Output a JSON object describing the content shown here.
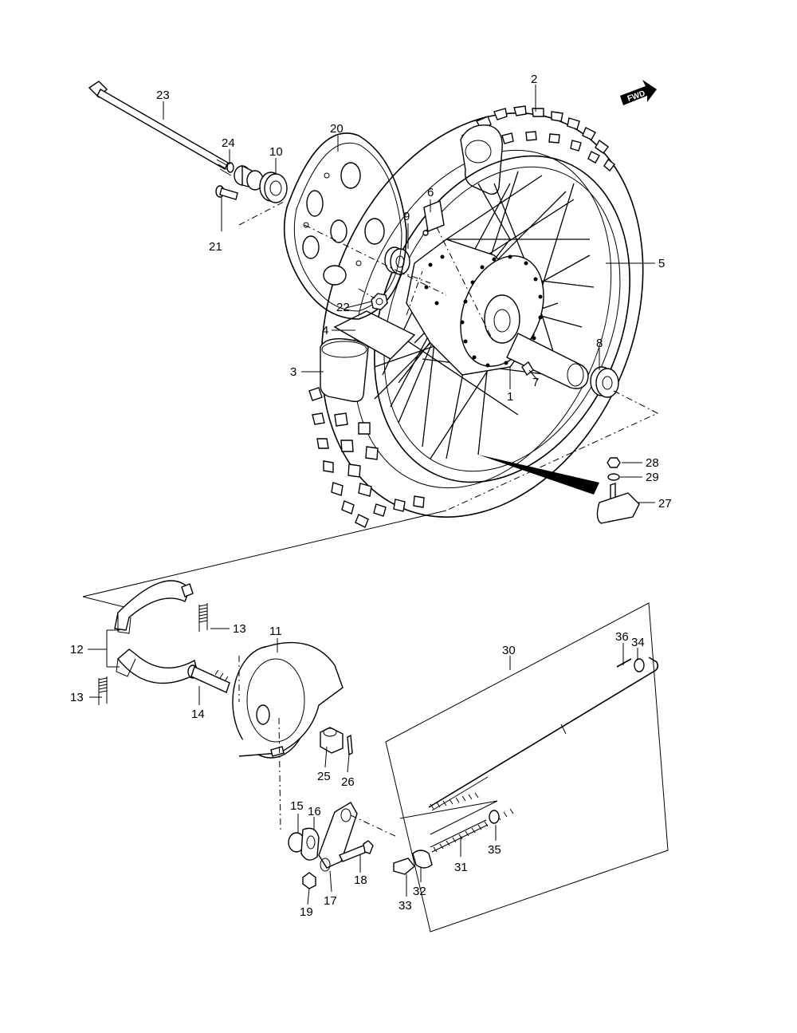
{
  "diagram": {
    "direction_badge": "FWD",
    "callouts": {
      "c1": "1",
      "c2": "2",
      "c3": "3",
      "c4": "4",
      "c5": "5",
      "c6": "6",
      "c7": "7",
      "c8": "8",
      "c9": "9",
      "c10": "10",
      "c11": "11",
      "c12": "12",
      "c13a": "13",
      "c13b": "13",
      "c14": "14",
      "c15": "15",
      "c16": "16",
      "c17": "17",
      "c18": "18",
      "c19": "19",
      "c20": "20",
      "c21": "21",
      "c22": "22",
      "c23": "23",
      "c24": "24",
      "c25": "25",
      "c26": "26",
      "c27": "27",
      "c28": "28",
      "c29": "29",
      "c30": "30",
      "c31": "31",
      "c32": "32",
      "c33": "33",
      "c34": "34",
      "c35": "35",
      "c36": "36"
    }
  }
}
